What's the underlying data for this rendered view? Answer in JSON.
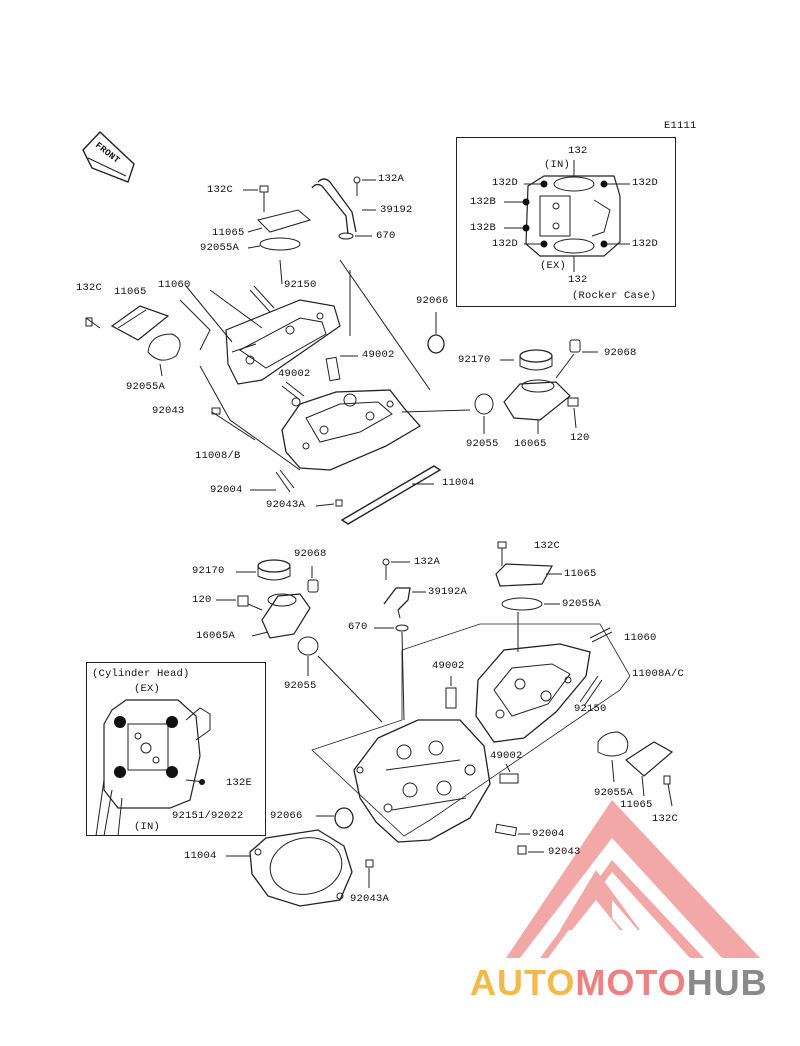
{
  "diagram": {
    "code": "E1111",
    "front_label": "FRONT",
    "rocker_inset": {
      "title": "132",
      "in_label": "(IN)",
      "ex_label": "(EX)",
      "bottom_number": "132",
      "caption": "(Rocker Case)",
      "bolts": [
        "132D",
        "132D",
        "132B",
        "132B",
        "132D",
        "132D"
      ]
    },
    "head_inset": {
      "caption": "(Cylinder Head)",
      "ex_label": "(EX)",
      "in_label": "(IN)",
      "right_part": "132E",
      "bottom_part": "92151/92022"
    },
    "top_group": [
      "132C",
      "132A",
      "39192",
      "11065",
      "92055A",
      "670",
      "11060",
      "92150",
      "132C",
      "11065",
      "92066",
      "49002",
      "92170",
      "92068",
      "49002",
      "92055A",
      "92043",
      "92055",
      "16065",
      "120",
      "11008/B",
      "11004",
      "92004",
      "92043A"
    ],
    "bottom_group": [
      "92068",
      "132A",
      "132C",
      "92170",
      "11065",
      "120",
      "39192A",
      "92055A",
      "16065A",
      "670",
      "11060",
      "49002",
      "11008A/C",
      "92055",
      "92150",
      "49002",
      "92055A",
      "11065",
      "92066",
      "132C",
      "92004",
      "92043",
      "11004",
      "92043A"
    ]
  },
  "watermark": {
    "part1": "AUTO",
    "part2": "MOTO",
    "part3": "HUB",
    "color1": "#f5b94a",
    "color2": "#f08080",
    "color3": "#8a8a8a"
  }
}
